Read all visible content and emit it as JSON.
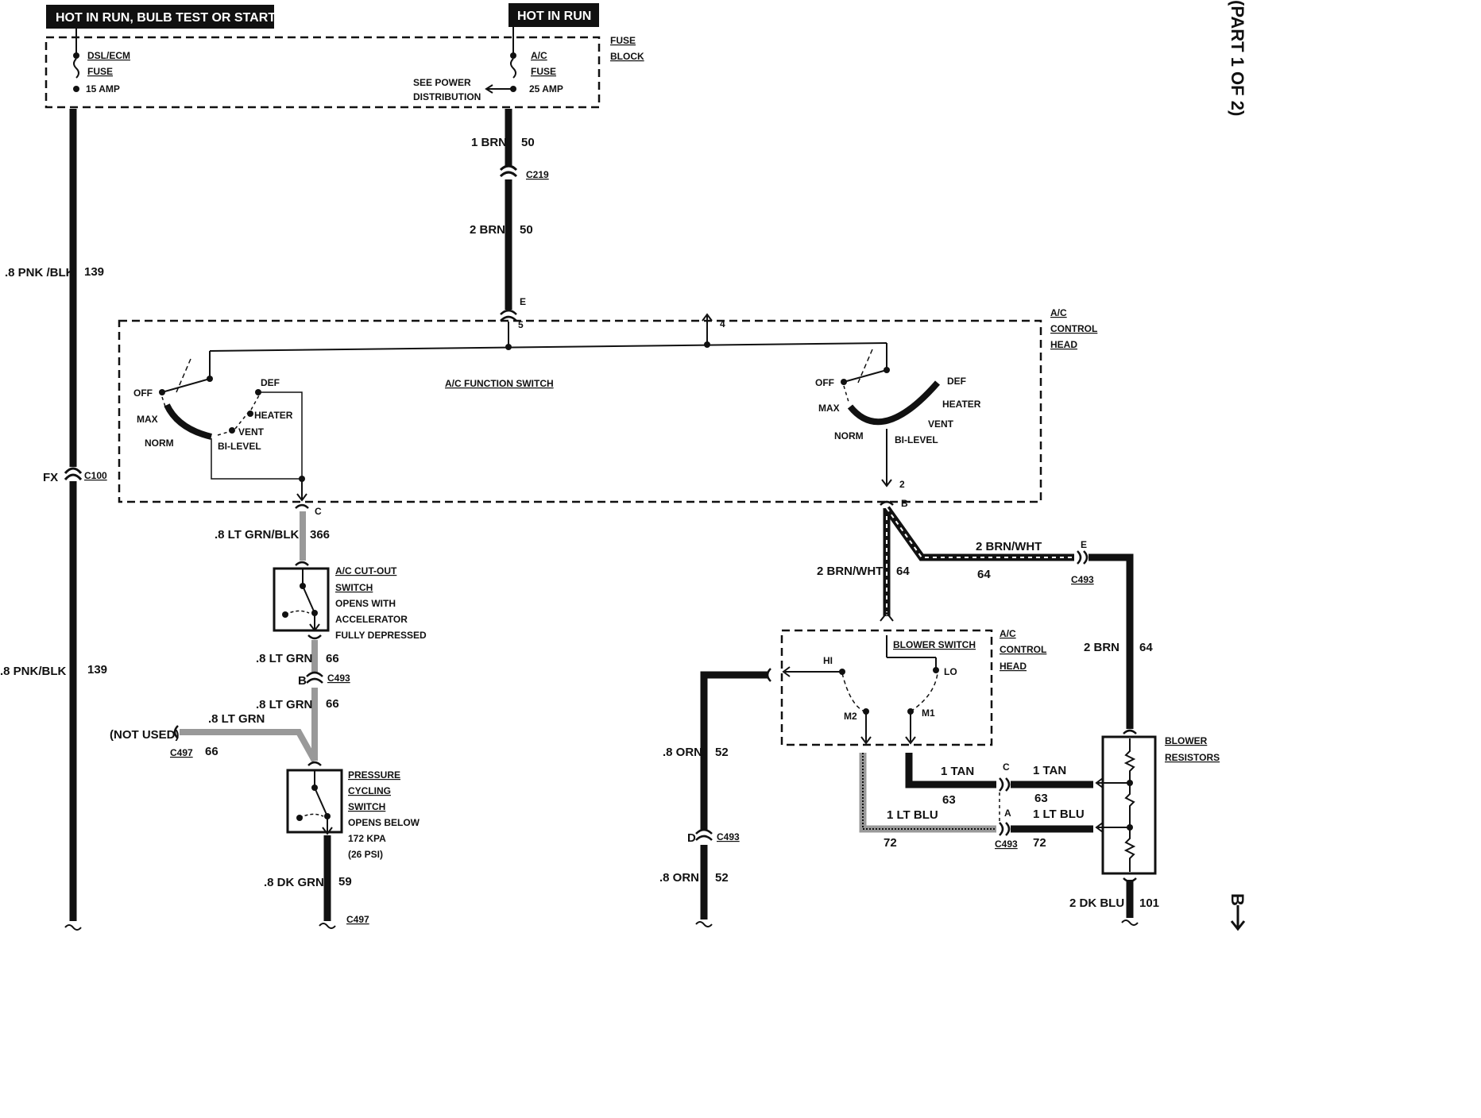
{
  "header": {
    "left_banner": "HOT IN RUN,  BULB TEST OR START",
    "right_banner": "HOT IN RUN"
  },
  "side_label": "(PART 1 OF 2)",
  "continuation": "B",
  "fuse_block": {
    "label_line1": "FUSE",
    "label_line2": "BLOCK",
    "dsl_fuse_name": "DSL/ECM",
    "dsl_fuse_word": "FUSE",
    "dsl_fuse_rating": "15 AMP",
    "ac_fuse_name": "A/C",
    "ac_fuse_word": "FUSE",
    "ac_fuse_rating": "25 AMP",
    "see_power_line1": "SEE POWER",
    "see_power_line2": "DISTRIBUTION"
  },
  "wires": {
    "w1_brn": "1 BRN",
    "w1_brn_num": "50",
    "c219": "C219",
    "w2_brn": "2 BRN",
    "w2_brn_num": "50",
    "pnk_blk_top": ".8 PNK /BLK",
    "pnk_blk_top_num": "139",
    "fx": "FX",
    "c100": "C100",
    "pnk_blk_bot": ".8 PNK/BLK",
    "pnk_blk_bot_num": "139",
    "ltgrn_blk": ".8 LT GRN/BLK",
    "ltgrn_blk_num": "366",
    "ltgrn1": ".8 LT GRN",
    "ltgrn1_num": "66",
    "ltgrn2": ".8 LT GRN",
    "ltgrn2_num": "66",
    "ltgrn3": ".8 LT GRN",
    "not_used": "(NOT USED)",
    "c497a": "C497",
    "c497a_num": "66",
    "dkgrn": ".8 DK GRN",
    "dkgrn_num": "59",
    "c497b": "C497",
    "c493_b_pin": "B",
    "c493_b": "C493",
    "brnwht_vert": "2 BRN/WHT",
    "brnwht_vert_num": "64",
    "brnwht_horiz": "2 BRN/WHT",
    "brnwht_horiz_num": "64",
    "pin_e_right": "E",
    "c493_e": "C493",
    "brn_right": "2 BRN",
    "brn_right_num": "64",
    "orn_top": ".8 ORN",
    "orn_top_num": "52",
    "orn_bot": ".8 ORN",
    "orn_bot_num": "52",
    "pin_d": "D",
    "c493_d": "C493",
    "tan_left": "1 TAN",
    "tan_left_num": "63",
    "tan_right": "1 TAN",
    "tan_right_num": "63",
    "pin_c_tan": "C",
    "ltblu_left": "1 LT BLU",
    "ltblu_left_num": "72",
    "ltblu_right": "1 LT BLU",
    "ltblu_right_num": "72",
    "pin_a": "A",
    "c493_a": "C493",
    "dkblu": "2 DK BLU",
    "dkblu_num": "101"
  },
  "control_head": {
    "label_line1": "A/C",
    "label_line2": "CONTROL",
    "label_line3": "HEAD",
    "pin_e": "E",
    "pin_5": "5",
    "pin_4": "4",
    "pin_c": "C",
    "pin_2": "2",
    "pin_b": "B",
    "function_switch": "A/C FUNCTION SWITCH",
    "left_off": "OFF",
    "left_max": "MAX",
    "left_norm": "NORM",
    "left_def": "DEF",
    "left_heater": "HEATER",
    "left_vent": "VENT",
    "left_bilevel": "BI-LEVEL",
    "right_off": "OFF",
    "right_max": "MAX",
    "right_norm": "NORM",
    "right_def": "DEF",
    "right_heater": "HEATER",
    "right_vent": "VENT",
    "right_bilevel": "BI-LEVEL"
  },
  "cutout_switch": {
    "line1": "A/C CUT-OUT",
    "line2": "SWITCH",
    "line3": "OPENS WITH",
    "line4": "ACCELERATOR",
    "line5": "FULLY DEPRESSED"
  },
  "pressure_switch": {
    "line1": "PRESSURE",
    "line2": "CYCLING",
    "line3": "SWITCH",
    "line4": "OPENS BELOW",
    "line5": "172 KPA",
    "line6": "(26 PSI)"
  },
  "blower_switch": {
    "title": "BLOWER SWITCH",
    "head_line1": "A/C",
    "head_line2": "CONTROL",
    "head_line3": "HEAD",
    "hi": "HI",
    "lo": "LO",
    "m1": "M1",
    "m2": "M2"
  },
  "blower_resistors": {
    "line1": "BLOWER",
    "line2": "RESISTORS"
  }
}
